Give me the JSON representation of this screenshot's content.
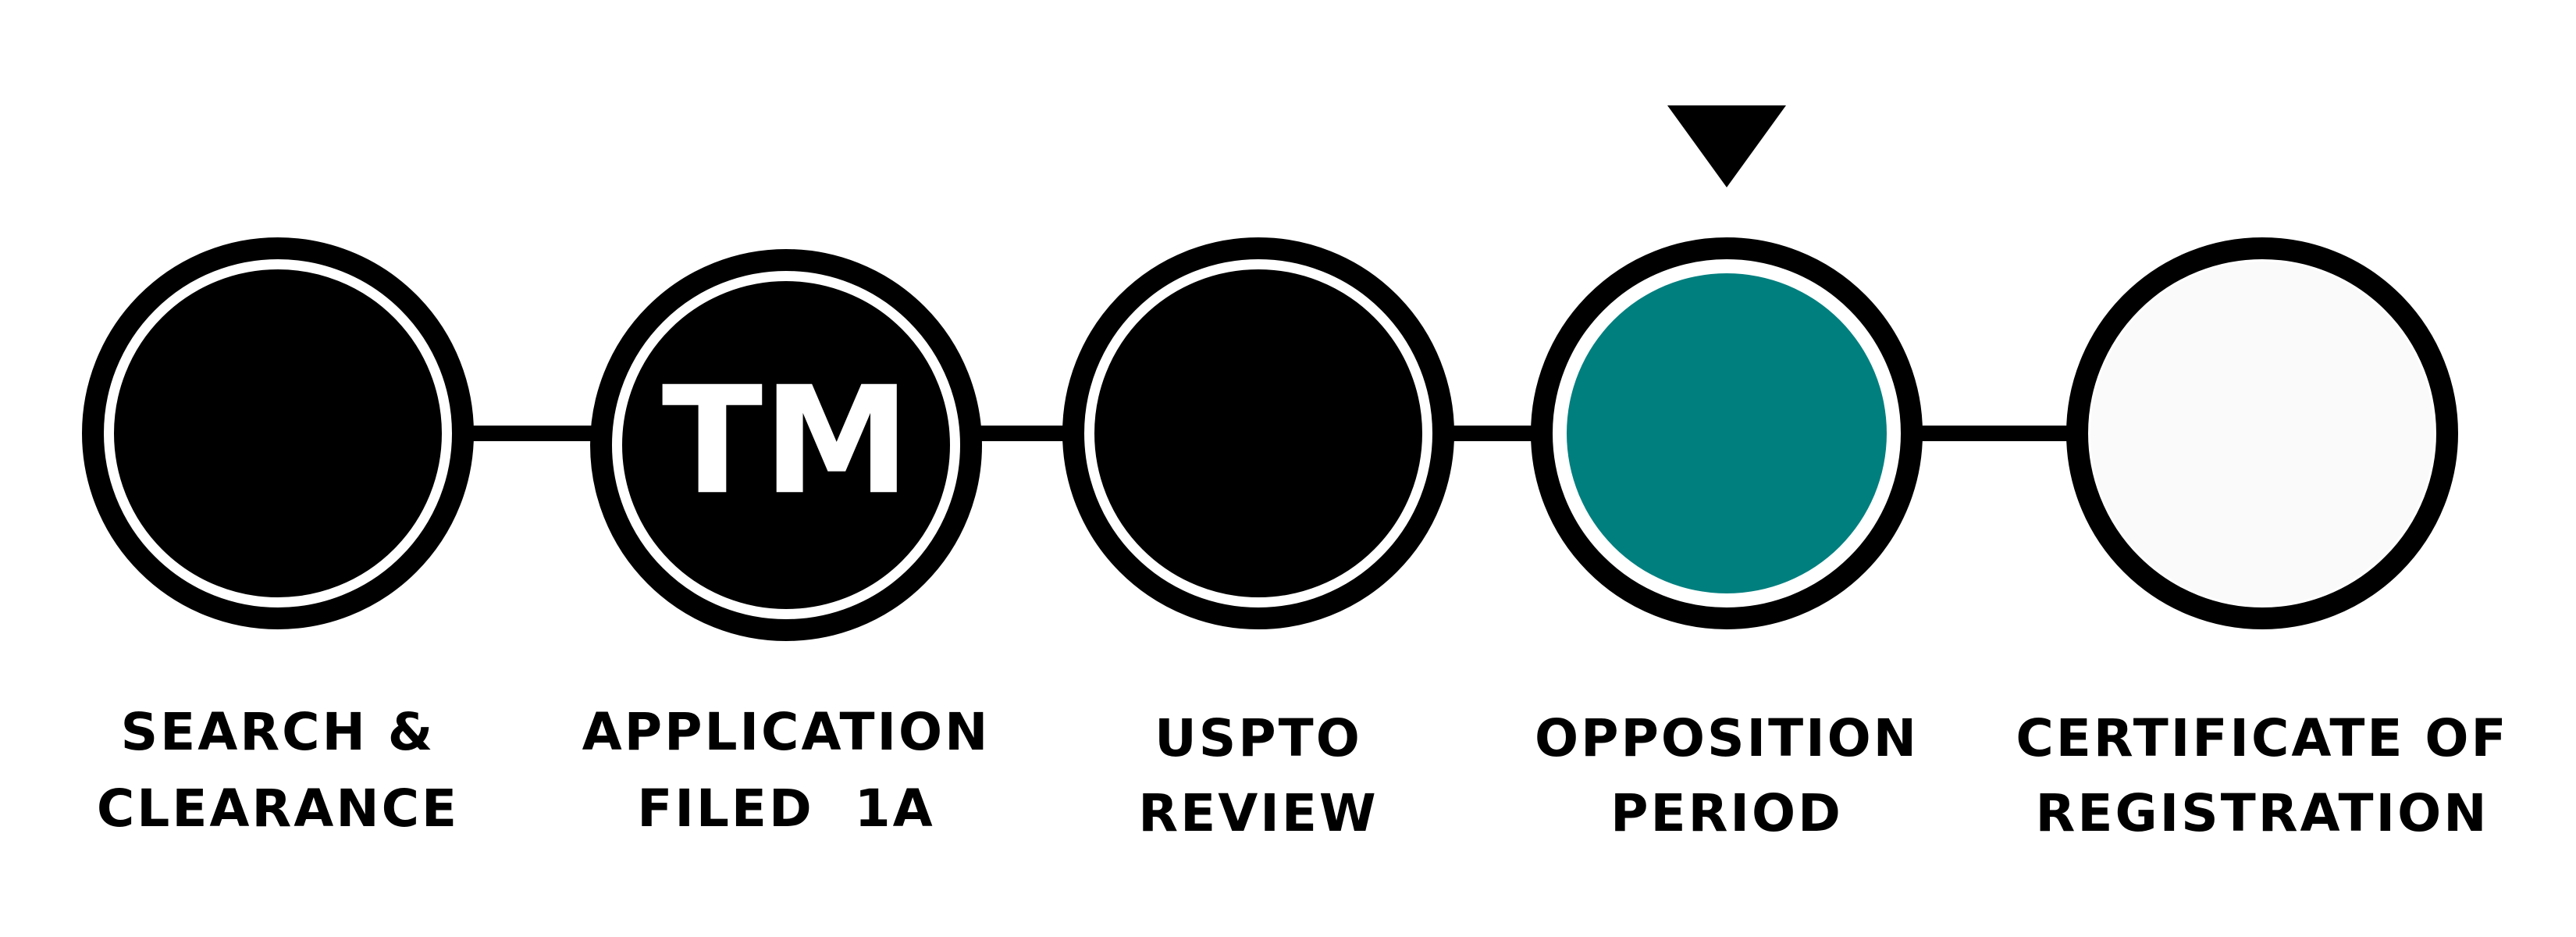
{
  "colors": {
    "stroke": "#000000",
    "completed_fill": "#000000",
    "current_fill": "#007f7f",
    "pending_fill": "#fafafa",
    "tm_text": "#ffffff"
  },
  "current_indicator": {
    "icon": "triangle-down-icon",
    "step_index": 3
  },
  "steps": [
    {
      "line1": "SEARCH &",
      "line2": "CLEARANCE",
      "status": "completed",
      "mark": ""
    },
    {
      "line1": "APPLICATION",
      "line2": "FILED  1A",
      "status": "completed",
      "mark": "TM"
    },
    {
      "line1": "USPTO",
      "line2": "REVIEW",
      "status": "completed",
      "mark": ""
    },
    {
      "line1": "OPPOSITION",
      "line2": "PERIOD",
      "status": "current",
      "mark": ""
    },
    {
      "line1": "CERTIFICATE OF",
      "line2": "REGISTRATION",
      "status": "pending",
      "mark": ""
    }
  ]
}
